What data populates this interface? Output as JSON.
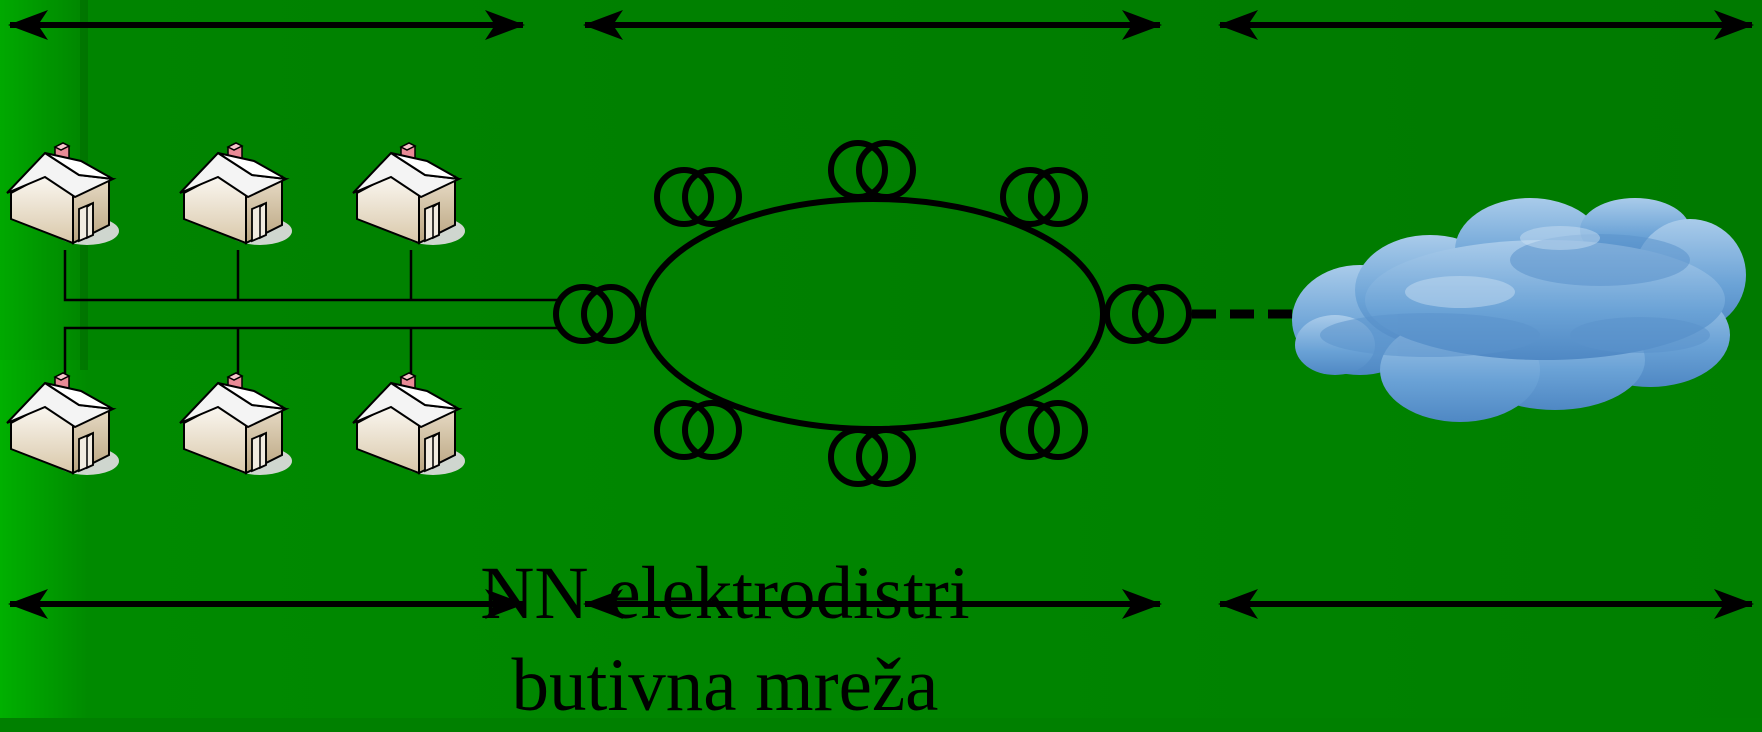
{
  "caption": {
    "line1": "NN elektrodistri",
    "line2": "butivna mreža"
  },
  "colors": {
    "background": "#008000",
    "background_dark": "#007300",
    "left_strip": "#00aa00",
    "stroke": "#000000",
    "house_wall": "#ede3d2",
    "house_roof": "#f7f7f7",
    "chimney": "#e98a96",
    "cloud": "#6aa2d6"
  },
  "icons": {
    "house": "house-icon",
    "transformer": "transformer-icon",
    "cloud": "cloud-icon",
    "arrow": "double-headed-arrow"
  }
}
